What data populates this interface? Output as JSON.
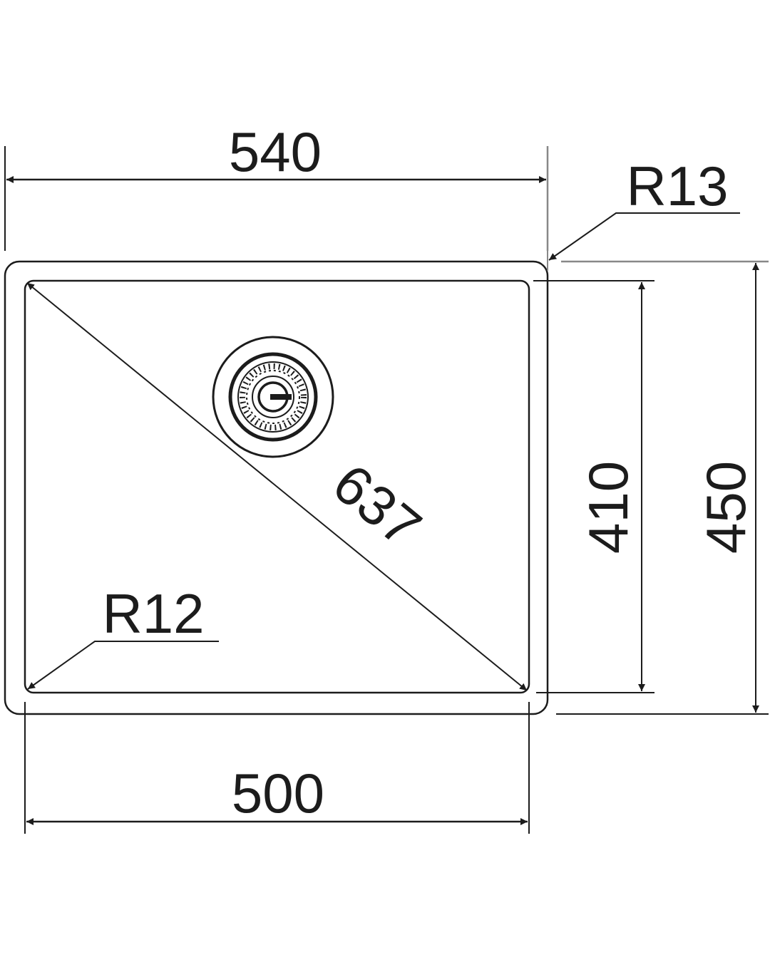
{
  "drawing": {
    "subject": "Undermount kitchen sink – top view technical drawing",
    "stroke_color": "#1c1c1c",
    "background": "#ffffff",
    "dimensions": {
      "overall_width": "540",
      "bowl_width": "500",
      "bowl_depth": "410",
      "overall_depth": "450",
      "bowl_diagonal": "637",
      "outer_corner_radius": "R13",
      "inner_corner_radius": "R12"
    },
    "features": {
      "drain": "strainer-waste-icon"
    }
  }
}
